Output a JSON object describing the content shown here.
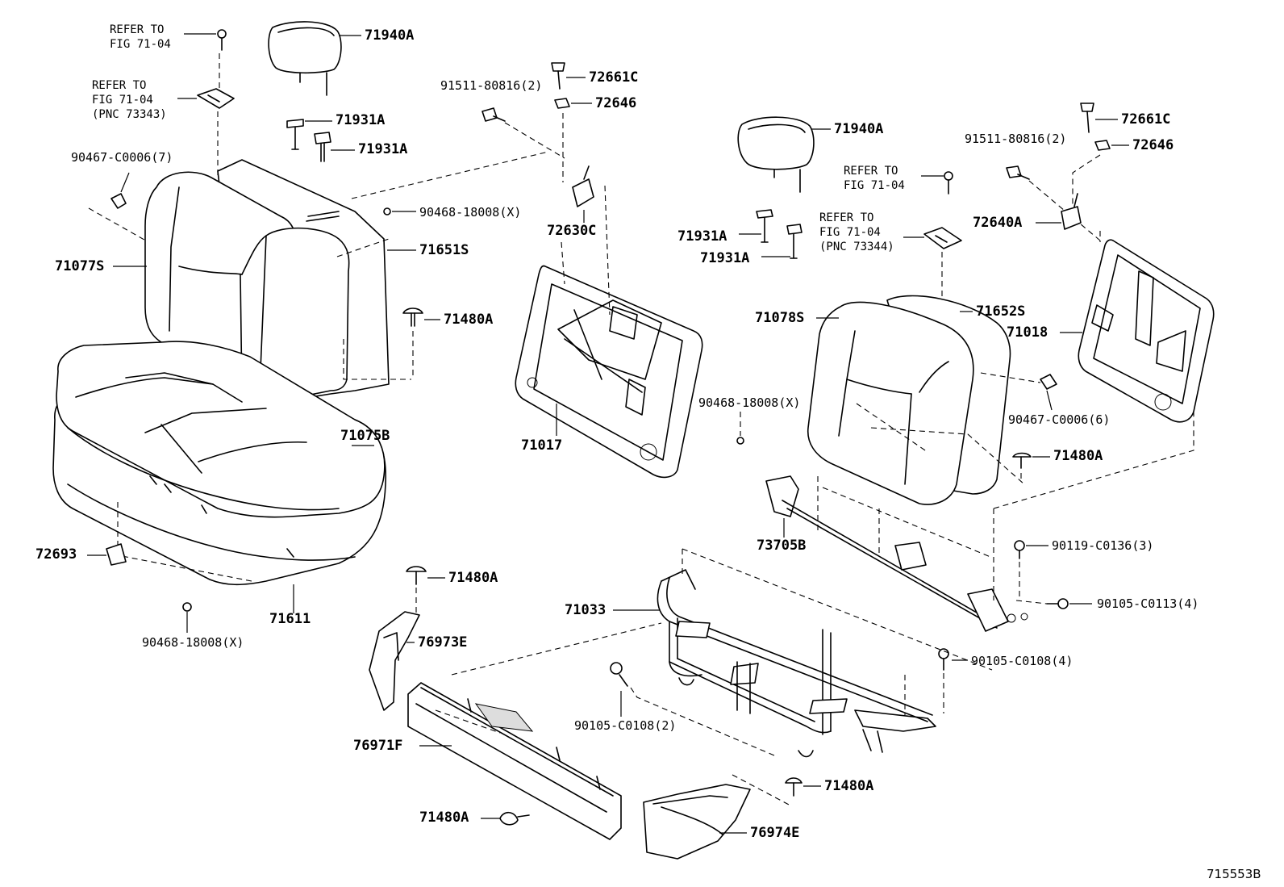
{
  "figure_id": "715553B",
  "notes": {
    "refer_1": "REFER TO\nFIG 71-04",
    "refer_2": "REFER TO\nFIG 71-04\n(PNC 73343)",
    "refer_3": "REFER TO\nFIG 71-04",
    "refer_4": "REFER TO\nFIG 71-04\n(PNC 73344)"
  },
  "parts": {
    "headrest_left": "71940A",
    "headrest_right": "71940A",
    "support_1": "71931A",
    "support_2": "71931A",
    "support_3": "71931A",
    "support_4": "71931A",
    "clip_90467_l": "90467-C0006(7)",
    "clip_90467_r": "90467-C0006(6)",
    "ring_1": "90468-18008(X)",
    "ring_2": "90468-18008(X)",
    "ring_3": "90468-18008(X)",
    "bolt_91511_l": "91511-80816(2)",
    "bolt_91511_r": "91511-80816(2)",
    "knob_l": "72661C",
    "knob_r": "72661C",
    "bezel_l": "72646",
    "bezel_r": "72646",
    "lock_l": "72630C",
    "lock_r": "72640A",
    "back_cover_l": "71077S",
    "back_pad_l": "71651S",
    "back_cover_r": "71078S",
    "back_pad_r": "71652S",
    "back_frame_l": "71017",
    "back_frame_r": "71018",
    "fastener_1": "71480A",
    "fastener_2": "71480A",
    "fastener_3": "71480A",
    "fastener_4": "71480A",
    "fastener_5": "71480A",
    "cushion_cover": "71075B",
    "cushion_pad": "71611",
    "hook": "72693",
    "hinge": "73705B",
    "cushion_frame": "71033",
    "bolt_90119": "90119-C0136(3)",
    "bolt_90105_a": "90105-C0113(4)",
    "bolt_90105_b": "90105-C0108(4)",
    "bolt_90105_c": "90105-C0108(2)",
    "shield_e": "76973E",
    "shield_f": "76971F",
    "shield_74": "76974E"
  }
}
